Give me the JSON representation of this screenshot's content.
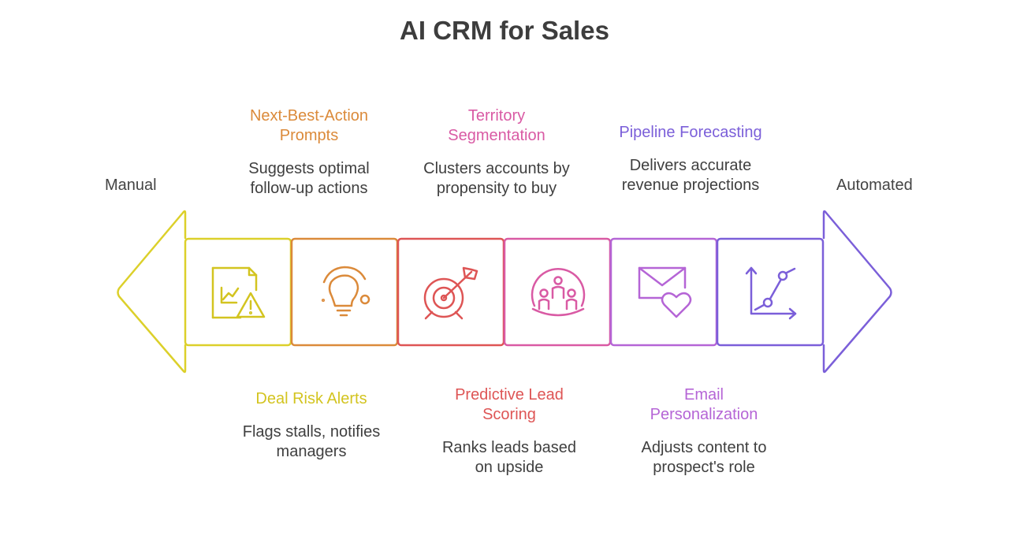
{
  "title": "AI CRM for Sales",
  "ends": {
    "left": "Manual",
    "right": "Automated"
  },
  "colors": {
    "yellow": "#dcd02a",
    "orange": "#db8a3a",
    "red": "#de5555",
    "pink": "#d95aa4",
    "violet": "#b565d6",
    "purple": "#7b5fd9"
  },
  "items": [
    {
      "title": "Next-Best-Action Prompts",
      "title_lines": [
        "Next-Best-Action",
        "Prompts"
      ],
      "desc_lines": [
        "Suggests optimal",
        "follow-up actions"
      ],
      "color": "#db8a3a"
    },
    {
      "title": "Territory Segmentation",
      "title_lines": [
        "Territory",
        "Segmentation"
      ],
      "desc_lines": [
        "Clusters accounts by",
        "propensity to buy"
      ],
      "color": "#d95aa4"
    },
    {
      "title": "Pipeline Forecasting",
      "title_lines": [
        "Pipeline Forecasting"
      ],
      "desc_lines": [
        "Delivers accurate",
        "revenue projections"
      ],
      "color": "#7b5fd9"
    },
    {
      "title": "Deal Risk Alerts",
      "title_lines": [
        "Deal Risk Alerts"
      ],
      "desc_lines": [
        "Flags stalls, notifies",
        "managers"
      ],
      "color": "#d3c420"
    },
    {
      "title": "Predictive Lead Scoring",
      "title_lines": [
        "Predictive Lead",
        "Scoring"
      ],
      "desc_lines": [
        "Ranks leads based",
        "on upside"
      ],
      "color": "#de5555"
    },
    {
      "title": "Email Personalization",
      "title_lines": [
        "Email",
        "Personalization"
      ],
      "desc_lines": [
        "Adjusts content to",
        "prospect's role"
      ],
      "color": "#b565d6"
    }
  ],
  "icons": [
    "document-chart-warning-icon",
    "lightbulb-icon",
    "target-arrow-icon",
    "group-people-icon",
    "envelope-heart-icon",
    "growth-chart-icon"
  ]
}
